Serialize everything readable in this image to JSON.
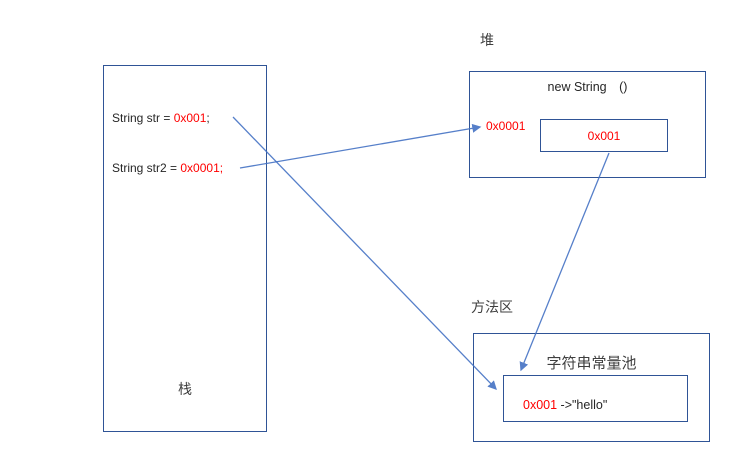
{
  "diagram": {
    "stack": {
      "label": "栈",
      "line1": {
        "prefix": "String str = ",
        "value": "0x001",
        "suffix": ";"
      },
      "line2": {
        "prefix": "String str2 = ",
        "value": "0x0001;"
      }
    },
    "heap": {
      "label": "堆",
      "title": "new String　()",
      "ref": "0x0001",
      "object_value": "0x001"
    },
    "method_area": {
      "label": "方法区",
      "pool_title": "字符串常量池",
      "entry": {
        "addr": "0x001",
        "rest": " ->\"hello\""
      }
    },
    "arrows": [
      {
        "name": "str-to-pool-entry",
        "from": "stack.line1.value",
        "to": "method_area.entry"
      },
      {
        "name": "str2-to-heap-ref",
        "from": "stack.line2.value",
        "to": "heap.ref"
      },
      {
        "name": "heap-object-to-pool-entry",
        "from": "heap.object_value",
        "to": "method_area.entry"
      }
    ],
    "colors": {
      "box_border": "#2f5496",
      "arrow": "#4472c4",
      "highlight_red": "#ff0000",
      "code_text": "#262626",
      "label_text": "#3f3f3f",
      "background": "#ffffff"
    }
  }
}
